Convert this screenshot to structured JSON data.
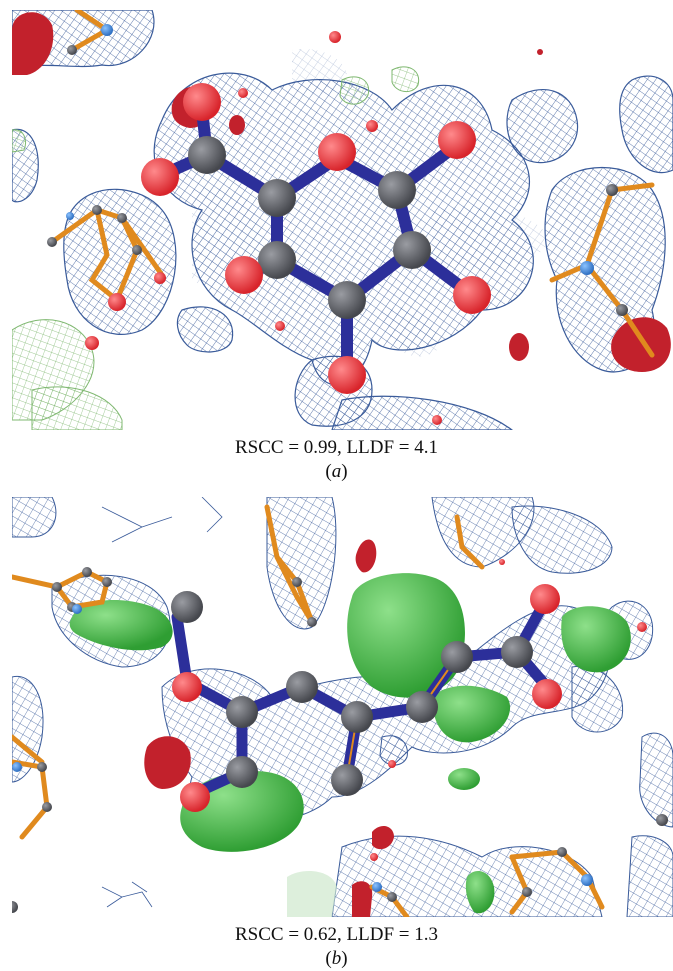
{
  "panels": [
    {
      "stats": "RSCC = 0.99, LLDF = 4.1",
      "label": "a"
    },
    {
      "stats": "RSCC = 0.62, LLDF = 1.3",
      "label": "b"
    }
  ],
  "colors": {
    "mesh_blue": "#3a5b9a",
    "mesh_green": "#7fb870",
    "bond_blue": "#2c2f9a",
    "carbon": "#55585e",
    "oxygen": "#e8363c",
    "nitrogen": "#3a7fd0",
    "orange_stick": "#e08a1e",
    "diff_pos_green": "#3cb83c",
    "diff_neg_red": "#c2212c"
  }
}
